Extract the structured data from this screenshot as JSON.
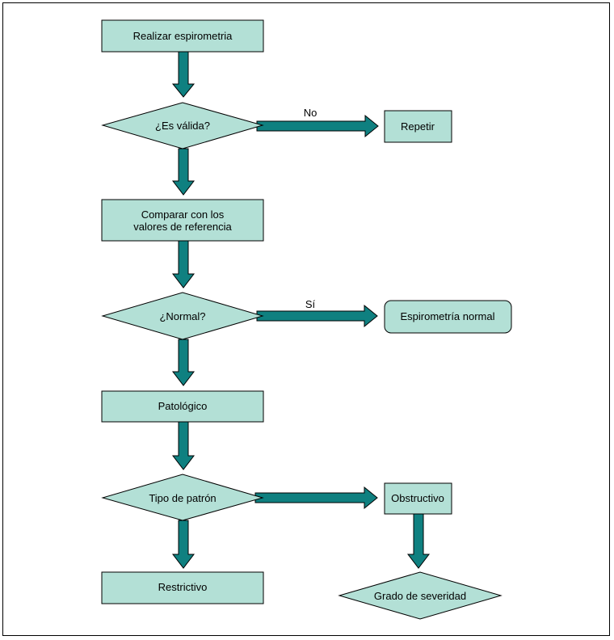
{
  "nodes": {
    "realizar": {
      "label": "Realizar espirometria"
    },
    "valida": {
      "label": "¿Es válida?"
    },
    "repetir": {
      "label": "Repetir"
    },
    "comparar": {
      "line1": "Comparar con los",
      "line2": "valores de referencia"
    },
    "normal": {
      "label": "¿Normal?"
    },
    "espirometria_normal": {
      "label": "Espirometría normal"
    },
    "patologico": {
      "label": "Patológico"
    },
    "tipo_patron": {
      "label": "Tipo de patrón"
    },
    "obstructivo": {
      "label": "Obstructivo"
    },
    "restrictivo": {
      "label": "Restrictivo"
    },
    "grado_severidad": {
      "label": "Grado de severidad"
    }
  },
  "edges": {
    "no_label": "No",
    "si_label": "Sí"
  },
  "colors": {
    "node_fill": "#b3e0d6",
    "arrow_fill": "#0f8080",
    "stroke": "#000000"
  }
}
